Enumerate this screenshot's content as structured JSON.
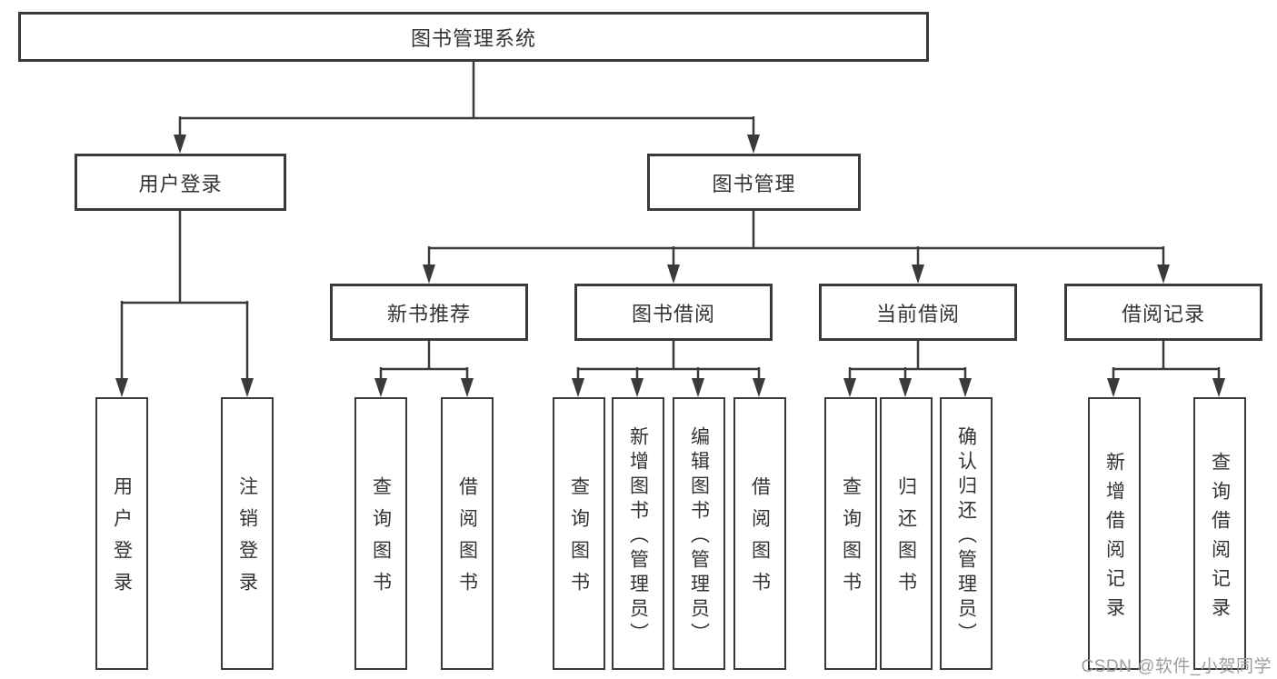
{
  "tree": {
    "label": "图书管理系统",
    "children": [
      {
        "label": "用户登录",
        "children": [
          {
            "label": "用户登录"
          },
          {
            "label": "注销登录"
          }
        ]
      },
      {
        "label": "图书管理",
        "children": [
          {
            "label": "新书推荐",
            "children": [
              {
                "label": "查询图书"
              },
              {
                "label": "借阅图书"
              }
            ]
          },
          {
            "label": "图书借阅",
            "children": [
              {
                "label": "查询图书"
              },
              {
                "label": "新增图书（管理员）"
              },
              {
                "label": "编辑图书（管理员）"
              },
              {
                "label": "借阅图书"
              }
            ]
          },
          {
            "label": "当前借阅",
            "children": [
              {
                "label": "查询图书"
              },
              {
                "label": "归还图书"
              },
              {
                "label": "确认归还（管理员）"
              }
            ]
          },
          {
            "label": "借阅记录",
            "children": [
              {
                "label": "新增借阅记录"
              },
              {
                "label": "查询借阅记录"
              }
            ]
          }
        ]
      }
    ]
  },
  "watermark": "CSDN @软件_小贺同学",
  "colors": {
    "line": "#3a3a3a",
    "text": "#333333",
    "watermark": "#9d9d9d",
    "background": "#ffffff"
  }
}
